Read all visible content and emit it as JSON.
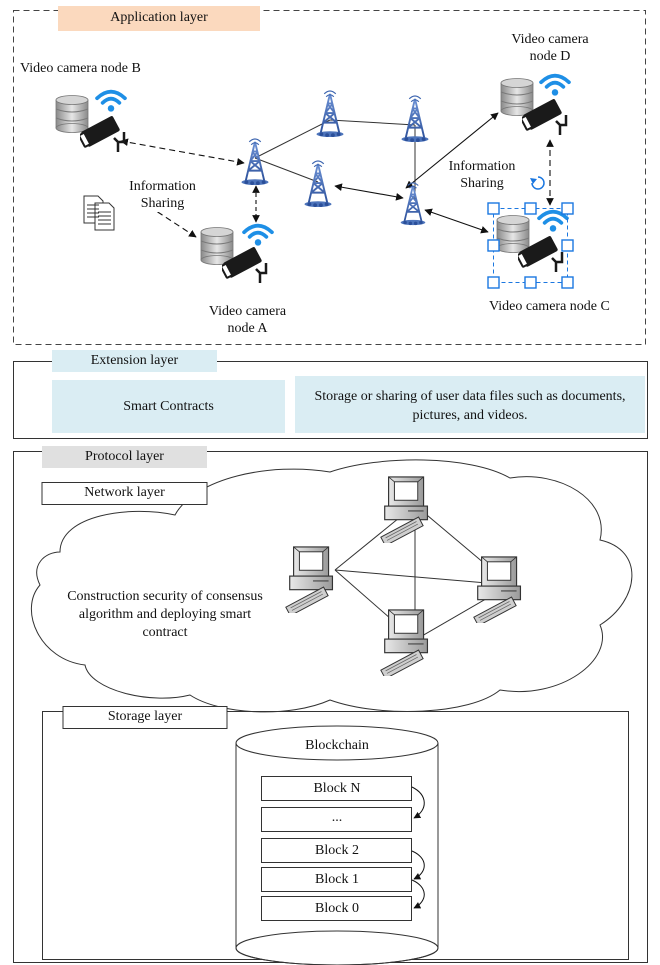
{
  "application_layer": {
    "title": "Application layer",
    "node_b": "Video camera node B",
    "node_d": [
      "Video camera",
      "node D"
    ],
    "node_a": [
      "Video camera",
      "node A"
    ],
    "node_c": "Video camera node C",
    "info_sharing_left": [
      "Information",
      "Sharing"
    ],
    "info_sharing_right": [
      "Information",
      "Sharing"
    ]
  },
  "extension_layer": {
    "title": "Extension layer",
    "smart_contracts": "Smart  Contracts",
    "storage_sharing": [
      "Storage or sharing of user data files such as documents,",
      "pictures, and videos."
    ]
  },
  "protocol_layer": {
    "title": "Protocol layer",
    "network_layer": {
      "title": "Network layer",
      "cloud_text": [
        "Construction security of consensus",
        "algorithm and  deploying smart",
        "contract"
      ]
    },
    "storage_layer": {
      "title": "Storage layer",
      "blockchain_title": "Blockchain",
      "blocks": [
        "Block N",
        "...",
        "Block 2",
        "Block 1",
        "Block 0"
      ]
    }
  },
  "colors": {
    "app_title_bg": "#fbd9be",
    "ext_box_bg": "#daedf3",
    "protocol_title_bg": "#e0e0e0",
    "wifi": "#1e8fe6",
    "tower": "#3e66b0",
    "selection": "#1b77e0"
  }
}
